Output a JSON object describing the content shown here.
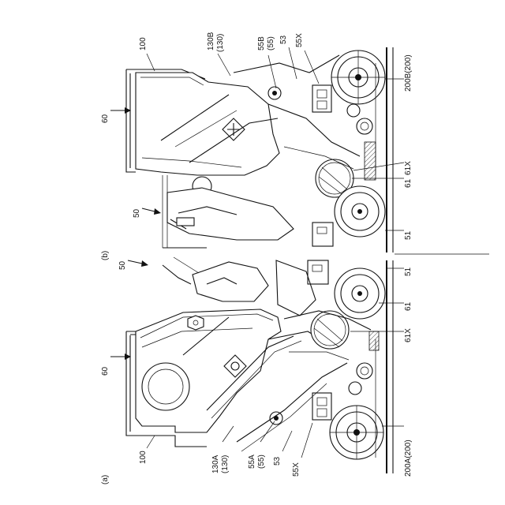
{
  "figure": {
    "panel_a": {
      "tag": "(a)",
      "labels": {
        "l100": "100",
        "l130a": "130A",
        "l130a_sub": "(130)",
        "l55a": "55A",
        "l55a_sub": "(55)",
        "l53": "53",
        "l55x": "55X",
        "l200a": "200A(200)",
        "l61x": "61X",
        "l61": "61",
        "l51": "51",
        "l60": "60",
        "l50": "50"
      }
    },
    "panel_b": {
      "tag": "(b)",
      "labels": {
        "l100": "100",
        "l130b": "130B",
        "l130b_sub": "(130)",
        "l55b": "55B",
        "l55b_sub": "(55)",
        "l53": "53",
        "l55x": "55X",
        "l200b": "200B(200)",
        "l61x": "61X",
        "l61": "61",
        "l51": "51",
        "l60": "60",
        "l50": "50"
      }
    }
  }
}
